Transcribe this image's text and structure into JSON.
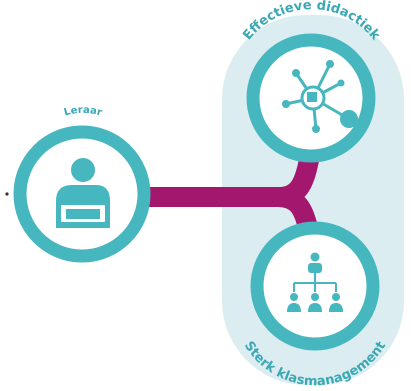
{
  "diagram": {
    "teacher": {
      "label": "Leraar",
      "icon": "teacher-laptop-icon"
    },
    "top_branch": {
      "label": "Effectieve didactiek",
      "icon": "network-hub-icon"
    },
    "bottom_branch": {
      "label": "Sterk klasmanagement",
      "icon": "hierarchy-org-icon"
    },
    "colors": {
      "circle_ring": "#46b7bf",
      "icon": "#46b7bf",
      "connector": "#a4176e",
      "panel": "#dcedf1",
      "label": "#3aa8b2"
    }
  }
}
